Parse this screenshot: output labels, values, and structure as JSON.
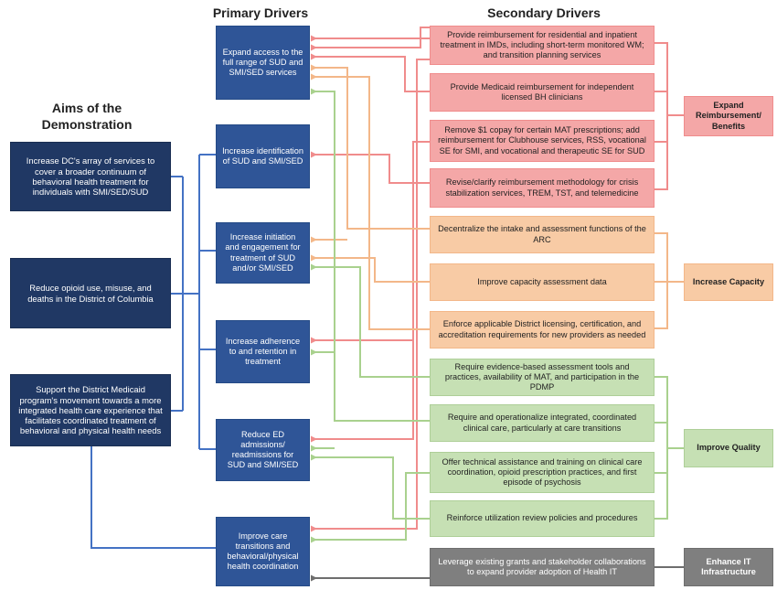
{
  "headers": {
    "aims": "Aims of the Demonstration",
    "primary": "Primary Drivers",
    "secondary": "Secondary Drivers"
  },
  "aims": [
    "Increase DC's array of services to cover a broader continuum of behavioral health treatment for individuals with SMI/SED/SUD",
    "Reduce opioid use, misuse, and deaths in the District of Columbia",
    "Support the District Medicaid program's movement towards a more integrated health care experience that facilitates coordinated treatment of behavioral and physical health needs"
  ],
  "primary_drivers": [
    "Expand access to the full range of SUD and SMI/SED services",
    "Increase identification of SUD and SMI/SED",
    "Increase initiation and engagement for treatment of SUD and/or SMI/SED",
    "Increase adherence to and retention in treatment",
    "Reduce ED admissions/ readmissions for SUD and SMI/SED",
    "Improve care transitions and behavioral/physical health coordination"
  ],
  "secondary_drivers": [
    "Provide reimbursement for residential and inpatient treatment in IMDs, including short-term monitored WM; and transition planning services",
    "Provide Medicaid reimbursement for independent licensed BH clinicians",
    "Remove $1 copay for certain MAT prescriptions; add reimbursement for Clubhouse services, RSS, vocational SE for SMI, and vocational and therapeutic SE for SUD",
    "Revise/clarify reimbursement methodology for crisis stabilization services, TREM, TST, and telemedicine",
    "Decentralize the intake and assessment functions of the ARC",
    "Improve capacity assessment data",
    "Enforce applicable District licensing, certification, and accreditation requirements for new providers as needed",
    "Require evidence-based assessment tools and practices, availability of MAT, and participation in the PDMP",
    "Require and operationalize integrated, coordinated clinical care, particularly at care transitions",
    "Offer technical assistance and training on clinical care coordination, opioid prescription practices, and first episode of psychosis",
    "Reinforce utilization review policies and procedures",
    "Leverage existing grants and stakeholder collaborations to expand provider adoption of Health IT"
  ],
  "categories": [
    "Expand Reimbursement/ Benefits",
    "Increase Capacity",
    "Improve Quality",
    "Enhance IT Infrastructure"
  ],
  "colors": {
    "aim_box": "#203864",
    "primary_box": "#2f5597",
    "aim_connector": "#4472c4",
    "reimbursement": "#f4a7a7",
    "capacity": "#f8cba5",
    "quality": "#c6e0b4",
    "it": "#7f7f7f"
  }
}
